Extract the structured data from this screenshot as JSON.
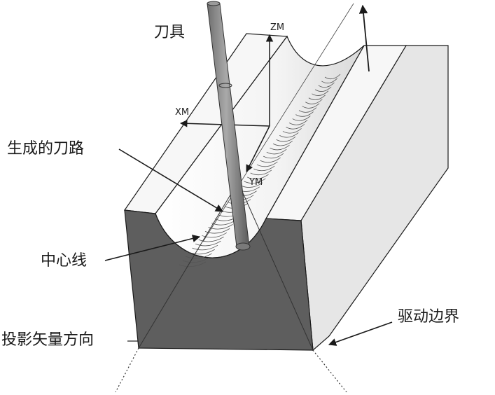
{
  "labels": {
    "tool": "刀具",
    "generated_toolpath": "生成的刀路",
    "centerline": "中心线",
    "projection_vector": "投影矢量方向",
    "drive_boundary": "驱动边界"
  },
  "axes": {
    "zm": "ZM",
    "xm": "XM",
    "ym": "YM"
  },
  "colors": {
    "block_front": "#5e5e5e",
    "block_top": "#f7f7f7",
    "block_right": "#e6e6e6",
    "channel": "#ffffff",
    "tool": "#8a8a8a",
    "line": "#1a1a1a"
  }
}
